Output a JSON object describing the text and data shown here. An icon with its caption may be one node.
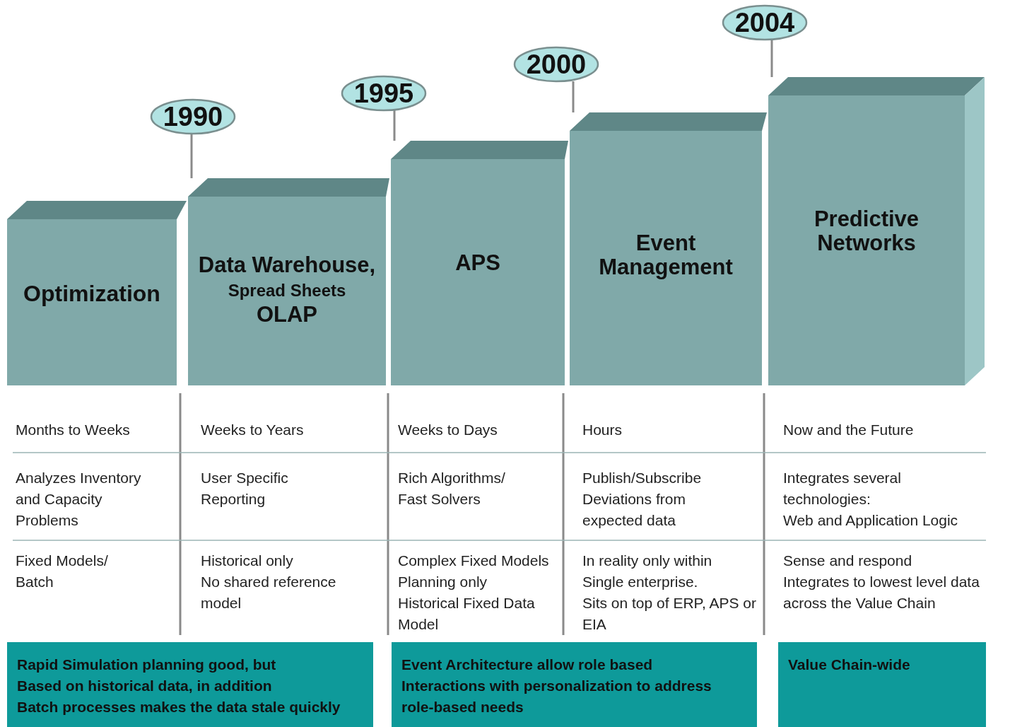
{
  "diagram": {
    "nodes": [
      {
        "text": [
          "Optimization"
        ]
      },
      {
        "text": [
          "Data Warehouse,",
          "Spread Sheets",
          "OLAP"
        ]
      },
      {
        "text": [
          "APS"
        ]
      },
      {
        "text": [
          "Event Management"
        ]
      },
      {
        "text": [
          "Predictive Networks"
        ]
      },
      {
        "text": [
          "1990"
        ]
      },
      {
        "text": [
          "1995"
        ]
      },
      {
        "text": [
          "2000"
        ]
      },
      {
        "text": [
          "2004"
        ]
      },
      {
        "text": [
          "Rapid Simulation planning good, but",
          "Based on historical data, in addition",
          "Batch processes makes the data stale quickly"
        ]
      },
      {
        "text": [
          "Event Architecture allow role based",
          "Interactions with personalization to address",
          "role-based needs"
        ]
      },
      {
        "text": [
          "Value Chain-wide"
        ]
      }
    ],
    "edges": [
      {
        "from": 5,
        "to": 1,
        "arrow": "none"
      },
      {
        "from": 6,
        "to": 2,
        "arrow": "none"
      },
      {
        "from": 7,
        "to": 3,
        "arrow": "none"
      },
      {
        "from": 8,
        "to": 4,
        "arrow": "none"
      }
    ],
    "labels": [
      "Months to Weeks",
      "Weeks to Years",
      "Weeks to Days",
      "Hours",
      "Now and the Future",
      "Analyzes Inventory and Capacity Problems",
      "User Specific Reporting",
      "Rich Algorithms/ Fast Solvers",
      "Publish/Subscribe",
      "Deviations from expected data",
      "Integrates several technologies:",
      "Web and Application Logic",
      "Fixed Models/ Batch",
      "Historical only",
      "No shared reference model",
      "Complex Fixed Models",
      "Planning only",
      "Historical Fixed Data Model",
      "In reality only within Single enterprise.",
      "Sits on top of ERP, APS or EIA",
      "Sense and respond",
      "Integrates to lowest level data across the Value Chain"
    ]
  }
}
